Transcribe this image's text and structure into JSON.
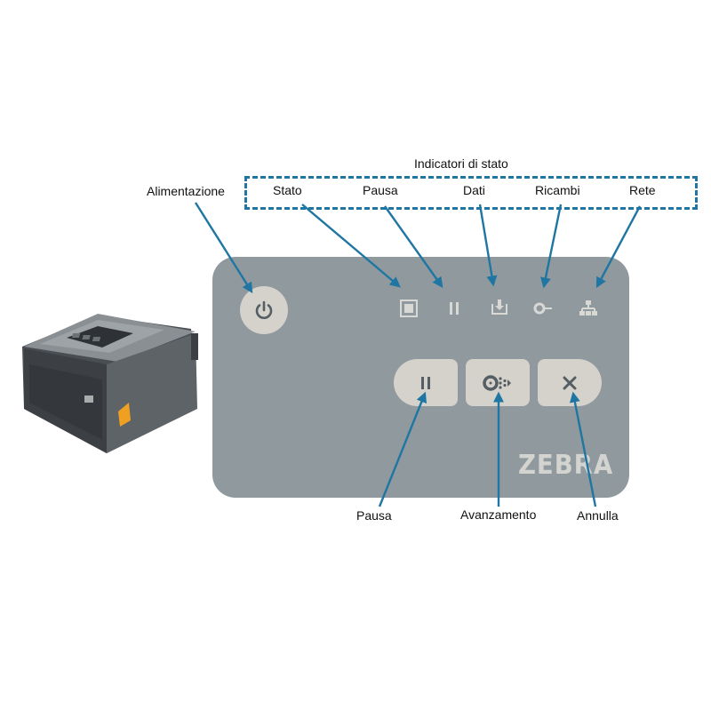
{
  "labels": {
    "status_indicators": "Indicatori di stato",
    "power": "Alimentazione",
    "status": "Stato",
    "pause_led": "Pausa",
    "data": "Dati",
    "supplies": "Ricambi",
    "network": "Rete",
    "pause_button": "Pausa",
    "feed": "Avanzamento",
    "cancel": "Annulla"
  },
  "brand": "ZEBRA",
  "icons": {
    "power": "power-icon",
    "status": "status-square-icon",
    "pause": "pause-icon",
    "data": "data-tray-icon",
    "supplies": "ribbon-key-icon",
    "network": "network-tree-icon",
    "feed": "feed-roll-icon",
    "cancel": "x-icon"
  },
  "colors": {
    "arrow": "#1f76a3",
    "panel": "#8f999e",
    "button": "#d5d2cb",
    "led_icon": "#d8d8d5",
    "button_icon": "#545e64"
  }
}
